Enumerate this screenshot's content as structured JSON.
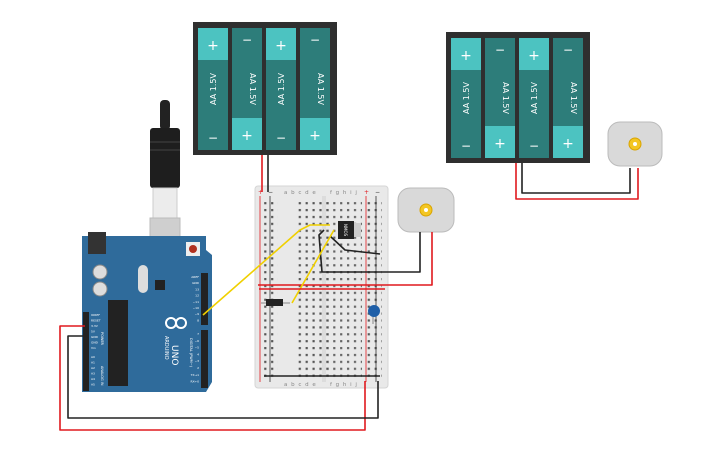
{
  "battery_packs": [
    {
      "cells": [
        {
          "label": "AA 1.5V",
          "plus": "+",
          "minus": "−"
        },
        {
          "label": "AA 1.5V",
          "plus": "+",
          "minus": "−"
        },
        {
          "label": "AA 1.5V",
          "plus": "+",
          "minus": "−"
        },
        {
          "label": "AA 1.5V",
          "plus": "+",
          "minus": "−"
        }
      ]
    },
    {
      "cells": [
        {
          "label": "AA 1.5V",
          "plus": "+",
          "minus": "−"
        },
        {
          "label": "AA 1.5V",
          "plus": "+",
          "minus": "−"
        },
        {
          "label": "AA 1.5V",
          "plus": "+",
          "minus": "−"
        },
        {
          "label": "AA 1.5V",
          "plus": "+",
          "minus": "−"
        }
      ]
    }
  ],
  "breadboard": {
    "columns_left": "a b c d e",
    "columns_right": "f g h i j",
    "rail_plus": "+",
    "rail_minus": "−"
  },
  "arduino": {
    "brand": "ARDUINO",
    "model": "UNO",
    "digital_label": "DIGITAL (PWM~)",
    "power_label": "POWER",
    "analog_label": "ANALOG IN",
    "pins_power": [
      "IOREF",
      "RESET",
      "3.3V",
      "5V",
      "GND",
      "GND",
      "Vin"
    ],
    "pins_analog": [
      "A0",
      "A1",
      "A2",
      "A3",
      "A4",
      "A5"
    ],
    "pins_digital_top": [
      "AREF",
      "GND",
      "13",
      "12",
      "~11",
      "~10",
      "~9",
      "8"
    ],
    "pins_digital_bottom": [
      "7",
      "~6",
      "~5",
      "4",
      "~3",
      "2",
      "TX→1",
      "RX←0"
    ]
  },
  "transistor": {
    "label": "NMOS"
  },
  "colors": {
    "battery": "#2d7d7a",
    "battery_terminal": "#4cc3c1",
    "arduino": "#2f6b9b",
    "wire_red": "#e0191e",
    "wire_black": "#222222",
    "wire_yellow": "#f0d000",
    "capacitor": "#1f5fa8"
  }
}
